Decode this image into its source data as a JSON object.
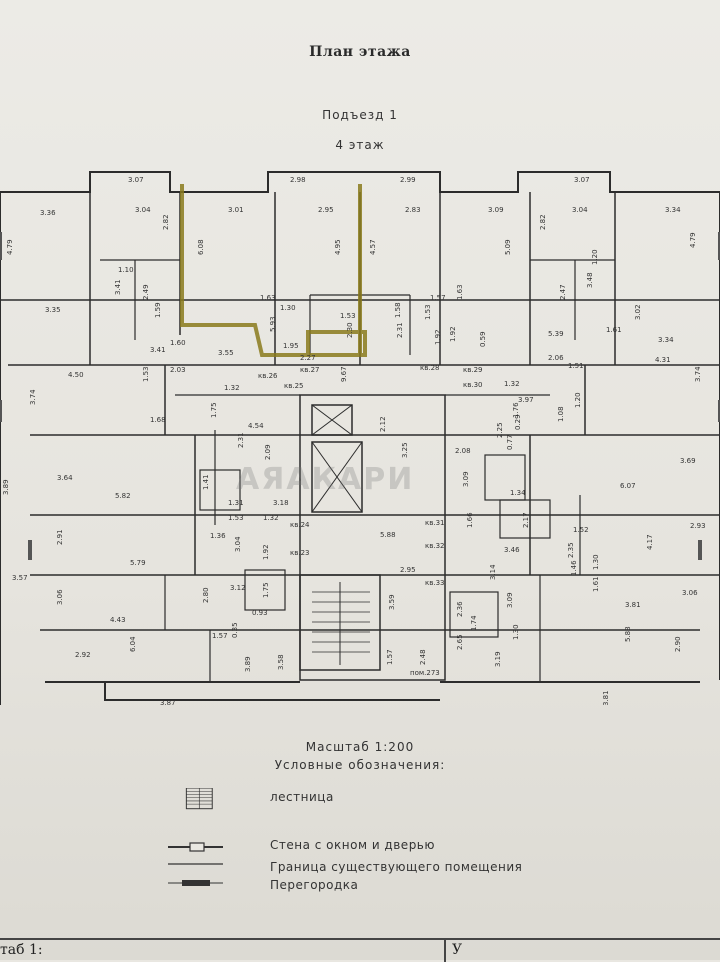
{
  "plan": {
    "title": "План этажа",
    "entrance": "Подъезд 1",
    "floor": "4 этаж",
    "watermark": "АЯАКАРИ",
    "highlight_color": "#8a7a1c",
    "wall_color": "#2c2c2c",
    "room_labels": [
      "3.07",
      "2.98",
      "2.99",
      "3.07",
      "3.36",
      "3.04",
      "3.01",
      "2.95",
      "2.83",
      "3.09",
      "3.04",
      "3.34",
      "4.79",
      "2.82",
      "6.08",
      "4.95",
      "4.57",
      "5.09",
      "2.82",
      "4.79",
      "1.10",
      "3.41",
      "2.49",
      "1.63",
      "1.30",
      "1.57",
      "1.63",
      "1.20",
      "3.48",
      "2.47",
      "3.35",
      "1.59",
      "5.93",
      "1.53",
      "1.58",
      "1.53",
      "3.02",
      "3.34",
      "3.41",
      "1.60",
      "3.55",
      "1.92",
      "1.95",
      "2.27",
      "2.30",
      "2.31",
      "1.92",
      "0.59",
      "5.39",
      "1.61",
      "4.50",
      "1.53",
      "2.03",
      "1.32",
      "9.67",
      "1.32",
      "2.06",
      "1.51",
      "4.31",
      "3.74",
      "1.68",
      "1.75",
      "4.54",
      "2.12",
      "3.97",
      "1.76",
      "1.20",
      "1.08",
      "3.74",
      "2.31",
      "2.09",
      "3.25",
      "2.08",
      "2.25",
      "0.77",
      "0.29",
      "3.64",
      "5.82",
      "1.41",
      "1.31",
      "3.18",
      "1.34",
      "3.09",
      "6.07",
      "3.69",
      "3.89",
      "2.91",
      "1.36",
      "1.53",
      "1.32",
      "5.88",
      "1.66",
      "2.17",
      "1.52",
      "4.17",
      "2.93",
      "3.04",
      "2.95",
      "3.46",
      "2.35",
      "1.46",
      "1.30",
      "3.57",
      "5.79",
      "1.92",
      "3.12",
      "1.75",
      "3.14",
      "3.09",
      "1.61",
      "3.81",
      "3.06",
      "3.06",
      "4.43",
      "2.80",
      "0.93",
      "3.59",
      "2.36",
      "1.74",
      "1.30",
      "1.57",
      "0.35",
      "3.58",
      "1.57",
      "2.48",
      "5.88",
      "2.90",
      "2.92",
      "6.04",
      "3.89",
      "2.65",
      "3.19",
      "3.87",
      "3.81"
    ],
    "apartment_labels": [
      "кв.26",
      "кв.27",
      "кв.25",
      "кв.28",
      "кв.29",
      "кв.30",
      "кв.24",
      "кв.23",
      "кв.31",
      "кв.32",
      "кв.33",
      "пом.273"
    ]
  },
  "scale": "Масштаб 1:200",
  "legend": {
    "title": "Условные обозначения:",
    "items": [
      {
        "label": "лестница",
        "icon": "stair-symbol"
      },
      {
        "label": "Стена с окном и дверью",
        "icon": "wall-window-symbol"
      },
      {
        "label": "Граница существующего помещения",
        "icon": "boundary-line-symbol"
      },
      {
        "label": "Перегородка",
        "icon": "partition-symbol"
      }
    ]
  },
  "footer": {
    "left_text": "таб 1:",
    "right_text": "У"
  }
}
